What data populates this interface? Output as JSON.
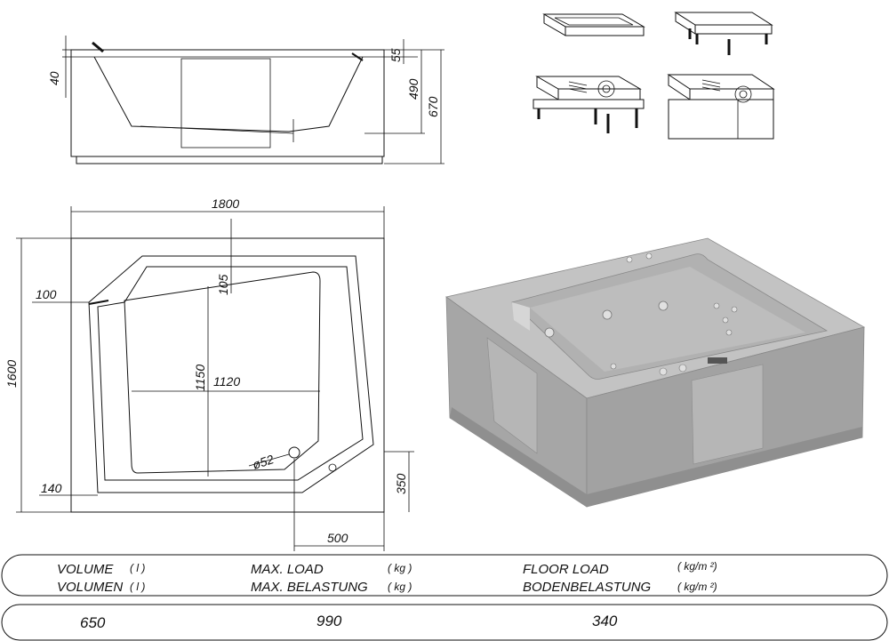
{
  "dimensions": {
    "side_view": {
      "rim_depth": "40",
      "rim_top": "55",
      "inner_depth": "490",
      "total_height": "670"
    },
    "top_view": {
      "length": "1800",
      "width": "1600",
      "offset_left": "100",
      "offset_top": "105",
      "inner_width": "1150",
      "inner_length": "1120",
      "drain_diameter": "ø52",
      "corner_left": "140",
      "drain_offset_y": "350",
      "drain_offset_x": "500"
    }
  },
  "specs_table": {
    "volume_en": "VOLUME",
    "volume_de": "VOLUMEN",
    "volume_unit": "( l )",
    "load_en": "MAX. LOAD",
    "load_de": "MAX. BELASTUNG",
    "load_unit": "( kg )",
    "floor_en": "FLOOR  LOAD",
    "floor_de": "BODENBELASTUNG",
    "floor_unit": "( kg/m ²)",
    "volume_value": "650",
    "load_value": "990",
    "floor_value": "340"
  },
  "colors": {
    "tub_body": "#a9a9a9",
    "tub_light": "#d0d0d0",
    "line": "#111111"
  }
}
